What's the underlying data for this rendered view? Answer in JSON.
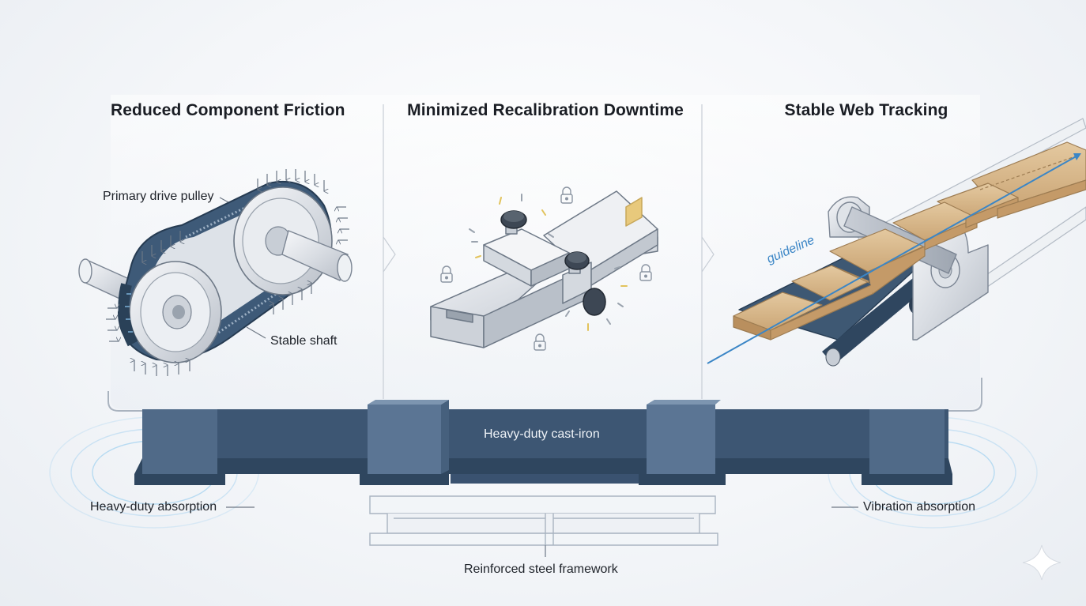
{
  "panels": [
    {
      "title": "Reduced Component Friction"
    },
    {
      "title": "Minimized Recalibration Downtime"
    },
    {
      "title": "Stable Web Tracking"
    }
  ],
  "callouts": {
    "primary_drive_pulley": "Primary drive pulley",
    "stable_shaft": "Stable shaft",
    "guideline": "guideline",
    "cast_iron": "Heavy-duty cast-iron",
    "heavy_duty_absorption": "Heavy-duty absorption",
    "vibration_absorption": "Vibration absorption",
    "steel_framework": "Reinforced steel framework"
  },
  "colors": {
    "steel_blue": "#3f5873",
    "dark_steel": "#2f465f",
    "belt": "#34506d",
    "accent_blue": "#3b86c6",
    "cardboard": "#d8b98c",
    "lock_gold": "#e2c35c"
  }
}
